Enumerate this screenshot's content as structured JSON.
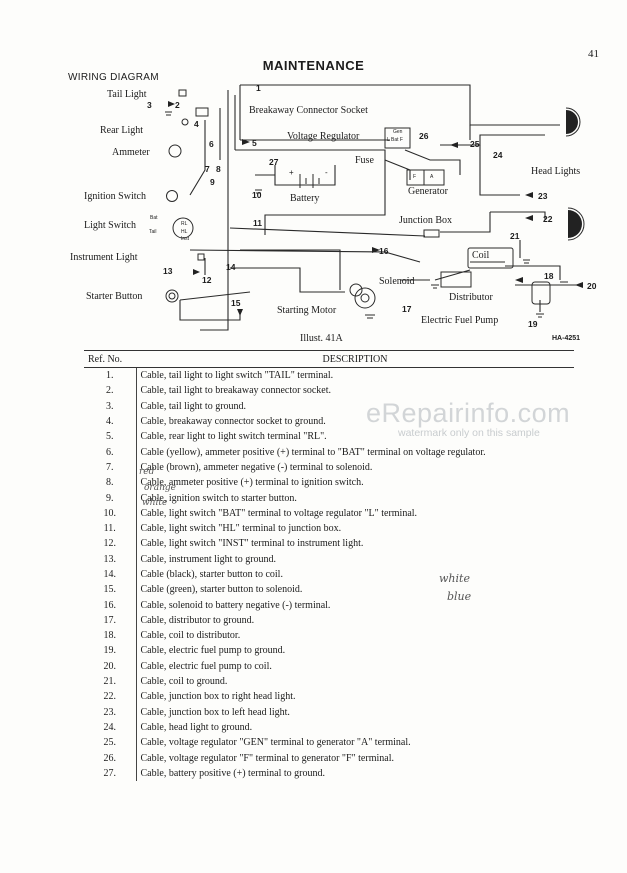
{
  "page": {
    "number": "41",
    "title": "MAINTENANCE",
    "section_heading": "WIRING DIAGRAM"
  },
  "diagram": {
    "labels": {
      "tail_light": "Tail Light",
      "breakaway_socket": "Breakaway Connector Socket",
      "rear_light": "Rear Light",
      "voltage_regulator": "Voltage Regulator",
      "ammeter": "Ammeter",
      "fuse": "Fuse",
      "head_lights": "Head Lights",
      "generator": "Generator",
      "battery": "Battery",
      "ignition_switch": "Ignition Switch",
      "junction_box": "Junction Box",
      "light_switch": "Light Switch",
      "coil": "Coil",
      "instrument_light": "Instrument Light",
      "solenoid": "Solenoid",
      "distributor": "Distributor",
      "starter_button": "Starter Button",
      "starting_motor": "Starting Motor",
      "electric_fuel_pump": "Electric Fuel Pump"
    },
    "terminals": {
      "gen": "Gen",
      "l_bat_f": "L Bat F",
      "f": "F",
      "a": "A",
      "bat": "Bat",
      "tail": "Tail",
      "rl": "RL",
      "hl": "HL",
      "inst": "Inst",
      "plus": "+",
      "minus": "-"
    },
    "ref_numbers": [
      "1",
      "2",
      "3",
      "4",
      "5",
      "6",
      "7",
      "8",
      "9",
      "10",
      "11",
      "12",
      "13",
      "14",
      "15",
      "16",
      "17",
      "18",
      "19",
      "20",
      "21",
      "22",
      "23",
      "24",
      "25",
      "26",
      "27"
    ],
    "caption": "Illust. 41A",
    "drawing_number": "HA-4251"
  },
  "table": {
    "header_ref": "Ref. No.",
    "header_desc": "DESCRIPTION",
    "rows": [
      {
        "ref": "1.",
        "desc": "Cable, tail light to light switch \"TAIL\" terminal."
      },
      {
        "ref": "2.",
        "desc": "Cable, tail light to breakaway connector socket."
      },
      {
        "ref": "3.",
        "desc": "Cable, tail light to ground."
      },
      {
        "ref": "4.",
        "desc": "Cable, breakaway connector socket to ground."
      },
      {
        "ref": "5.",
        "desc": "Cable, rear light to light switch terminal \"RL\"."
      },
      {
        "ref": "6.",
        "desc": "Cable (yellow), ammeter positive (+) terminal to \"BAT\" terminal on voltage regulator."
      },
      {
        "ref": "7.",
        "desc": "Cable (brown), ammeter negative (-) terminal to solenoid."
      },
      {
        "ref": "8.",
        "desc": "Cable, ammeter positive (+) terminal to ignition switch."
      },
      {
        "ref": "9.",
        "desc": "Cable, ignition switch to starter button."
      },
      {
        "ref": "10.",
        "desc": "Cable, light switch \"BAT\" terminal to voltage regulator \"L\" terminal."
      },
      {
        "ref": "11.",
        "desc": "Cable, light switch \"HL\" terminal to junction box."
      },
      {
        "ref": "12.",
        "desc": "Cable, light switch \"INST\" terminal to instrument light."
      },
      {
        "ref": "13.",
        "desc": "Cable, instrument light to ground."
      },
      {
        "ref": "14.",
        "desc": "Cable (black), starter button to coil."
      },
      {
        "ref": "15.",
        "desc": "Cable (green), starter button to solenoid."
      },
      {
        "ref": "16.",
        "desc": "Cable, solenoid to battery negative (-) terminal."
      },
      {
        "ref": "17.",
        "desc": "Cable, distributor to ground."
      },
      {
        "ref": "18.",
        "desc": "Cable, coil to distributor."
      },
      {
        "ref": "19.",
        "desc": "Cable, electric fuel pump to ground."
      },
      {
        "ref": "20.",
        "desc": "Cable, electric fuel pump to coil."
      },
      {
        "ref": "21.",
        "desc": "Cable, coil to ground."
      },
      {
        "ref": "22.",
        "desc": "Cable, junction box to right head light."
      },
      {
        "ref": "23.",
        "desc": "Cable, junction box to left head light."
      },
      {
        "ref": "24.",
        "desc": "Cable, head light to ground."
      },
      {
        "ref": "25.",
        "desc": "Cable, voltage regulator \"GEN\" terminal to generator \"A\" terminal."
      },
      {
        "ref": "26.",
        "desc": "Cable, voltage regulator \"F\" terminal to generator \"F\" terminal."
      },
      {
        "ref": "27.",
        "desc": "Cable, battery positive (+) terminal to ground."
      }
    ]
  },
  "handwritten": {
    "row7": "red",
    "row8": "orange",
    "row10": "white",
    "margin1": "white",
    "margin2": "blue"
  },
  "watermark": {
    "main": "eRepairinfo.com",
    "sub": "watermark only on this sample"
  }
}
